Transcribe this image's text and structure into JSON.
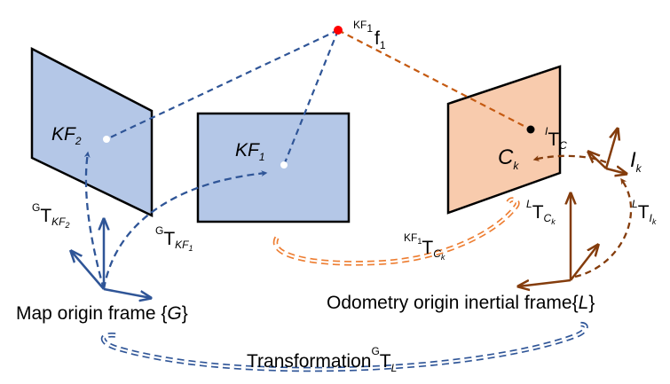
{
  "colors": {
    "blue": "#2f5597",
    "orange": "#c55a11",
    "brown": "#843c0c",
    "light_orange": "#ed7d31",
    "kf_fill": "#b4c7e7",
    "cam_fill": "#f8cbad",
    "point_red": "#ff0000"
  },
  "feature": {
    "pre": "KF",
    "pre_sub": "1",
    "name": "f",
    "name_sub": "1"
  },
  "keyframes": {
    "kf2": {
      "name": "KF",
      "sub": "2"
    },
    "kf1": {
      "name": "KF",
      "sub": "1"
    }
  },
  "camera": {
    "name": "C",
    "sub": "k"
  },
  "imu": {
    "name": "I",
    "sub": "k"
  },
  "transforms": {
    "g_t_kf2": {
      "pre": "G",
      "t": "T",
      "sub": "KF",
      "subsub": "2"
    },
    "g_t_kf1": {
      "pre": "G",
      "t": "T",
      "sub": "KF",
      "subsub": "1"
    },
    "kf1_t_ck": {
      "pre": "KF",
      "pre_sub": "1",
      "t": "T",
      "sub": "C",
      "subsub": "k"
    },
    "i_t_c": {
      "pre": "I",
      "t": "T",
      "sub": "C"
    },
    "l_t_ck": {
      "pre": "L",
      "t": "T",
      "sub": "C",
      "subsub": "k"
    },
    "l_t_ik": {
      "pre": "L",
      "t": "T",
      "sub": "I",
      "subsub": "k"
    }
  },
  "frames": {
    "map": {
      "label": "Map origin frame {",
      "sym": "G",
      "close": "}"
    },
    "odom": {
      "label": "Odometry origin inertial frame{",
      "sym": "L",
      "close": "}"
    }
  },
  "transformation": {
    "label": "Transformation",
    "pre": "G",
    "t": "T",
    "sub": "L"
  }
}
